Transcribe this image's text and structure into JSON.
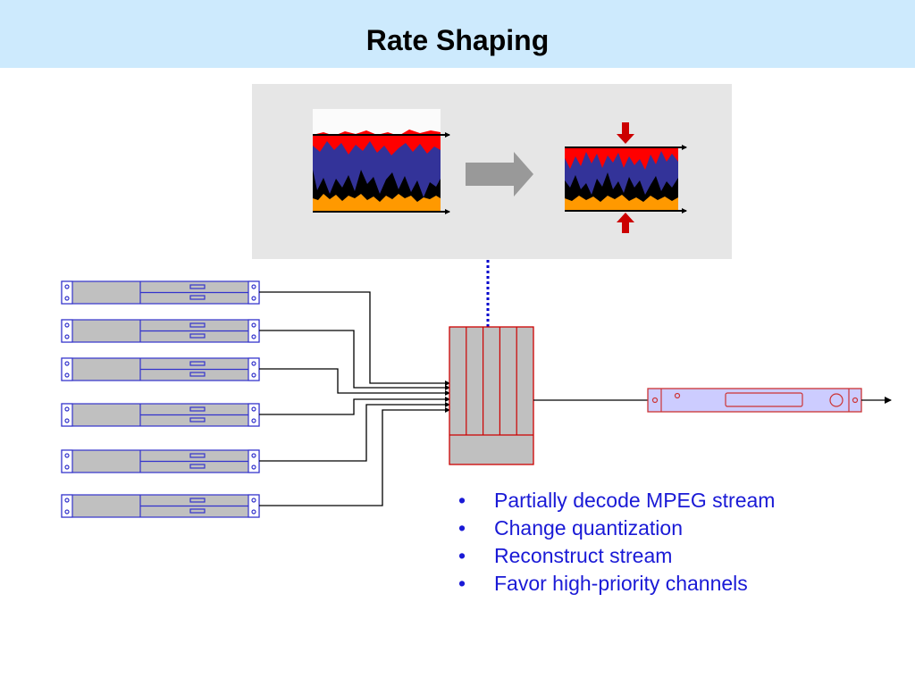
{
  "slide": {
    "title": "Rate Shaping",
    "header_bg": "#cdeafd",
    "bullet_color": "#1a1ad6",
    "bullet_symbol": "•",
    "bullets": [
      "Partially decode MPEG stream",
      "Change quantization",
      "Reconstruct stream",
      "Favor high-priority channels"
    ]
  },
  "diagram": {
    "input_sources": 6,
    "shaper_channels": 5,
    "colors": {
      "panel_bg": "#e6e6e6",
      "stream_layers": [
        "#ff9900",
        "#000000",
        "#333399",
        "#ff0000"
      ],
      "process_arrow": "#999999",
      "compression_arrows": "#cc0000",
      "link_dotted": "#0000cc",
      "server_outline": "#3333cc",
      "server_fill": "#c0c0c0",
      "shaper_outline": "#cc0000",
      "output_device_fill": "#ccccff",
      "output_device_outline": "#cc3333"
    },
    "icons": [
      "rack-server-icon",
      "rate-shaper-icon",
      "output-device-icon",
      "arrow-right-icon"
    ]
  }
}
